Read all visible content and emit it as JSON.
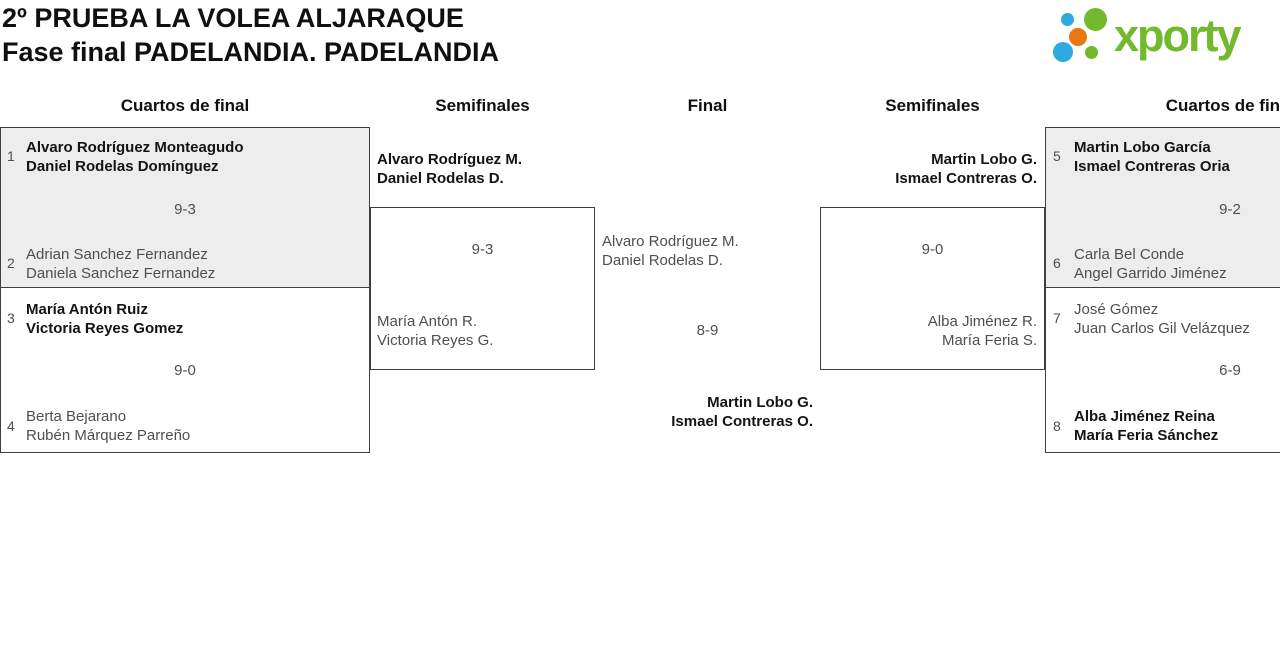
{
  "header": {
    "title_line1": "2º PRUEBA LA VOLEA ALJARAQUE",
    "title_line2": "Fase final PADELANDIA. PADELANDIA",
    "logo_text": "xporty"
  },
  "colors": {
    "brand_green": "#72b92d",
    "brand_blue": "#2faae1",
    "brand_orange": "#e8770f",
    "box_fill_gray": "#ededed",
    "box_border": "#3f3f3f",
    "winner_text": "#141414",
    "regular_text": "#4f4f4f"
  },
  "columns": {
    "qf_left": "Cuartos de final",
    "sf_left": "Semifinales",
    "final": "Final",
    "sf_right": "Semifinales",
    "qf_right": "Cuartos de final"
  },
  "bracket": {
    "qf1": {
      "seed_a": "1",
      "team_a": [
        "Alvaro Rodríguez Monteagudo",
        "Daniel Rodelas Domínguez"
      ],
      "score": "9-3",
      "seed_b": "2",
      "team_b": [
        "Adrian Sanchez Fernandez",
        "Daniela Sanchez Fernandez"
      ]
    },
    "qf2": {
      "seed_a": "3",
      "team_a": [
        "María Antón Ruiz",
        "Victoria Reyes Gomez"
      ],
      "score": "9-0",
      "seed_b": "4",
      "team_b": [
        "Berta Bejarano",
        "Rubén Márquez Parreño"
      ]
    },
    "qf3": {
      "seed_a": "5",
      "team_a": [
        "Martin Lobo García",
        "Ismael Contreras Oria"
      ],
      "score": "9-2",
      "seed_b": "6",
      "team_b": [
        "Carla Bel Conde",
        "Angel Garrido Jiménez"
      ]
    },
    "qf4": {
      "seed_a": "7",
      "team_a": [
        "José Gómez",
        "Juan Carlos Gil Velázquez"
      ],
      "score": "6-9",
      "seed_b": "8",
      "team_b": [
        "Alba Jiménez Reina",
        "María Feria Sánchez"
      ]
    },
    "sf1": {
      "team_a": [
        "Alvaro Rodríguez M.",
        "Daniel Rodelas D."
      ],
      "score": "9-3",
      "team_b": [
        "María Antón R.",
        "Victoria Reyes G."
      ]
    },
    "sf2": {
      "team_a": [
        "Martin Lobo G.",
        "Ismael Contreras O."
      ],
      "score": "9-0",
      "team_b": [
        "Alba Jiménez R.",
        "María Feria S."
      ]
    },
    "final": {
      "team_a": [
        "Alvaro Rodríguez M.",
        "Daniel Rodelas D."
      ],
      "score": "8-9",
      "team_b": [
        "Martin Lobo G.",
        "Ismael Contreras O."
      ]
    }
  }
}
